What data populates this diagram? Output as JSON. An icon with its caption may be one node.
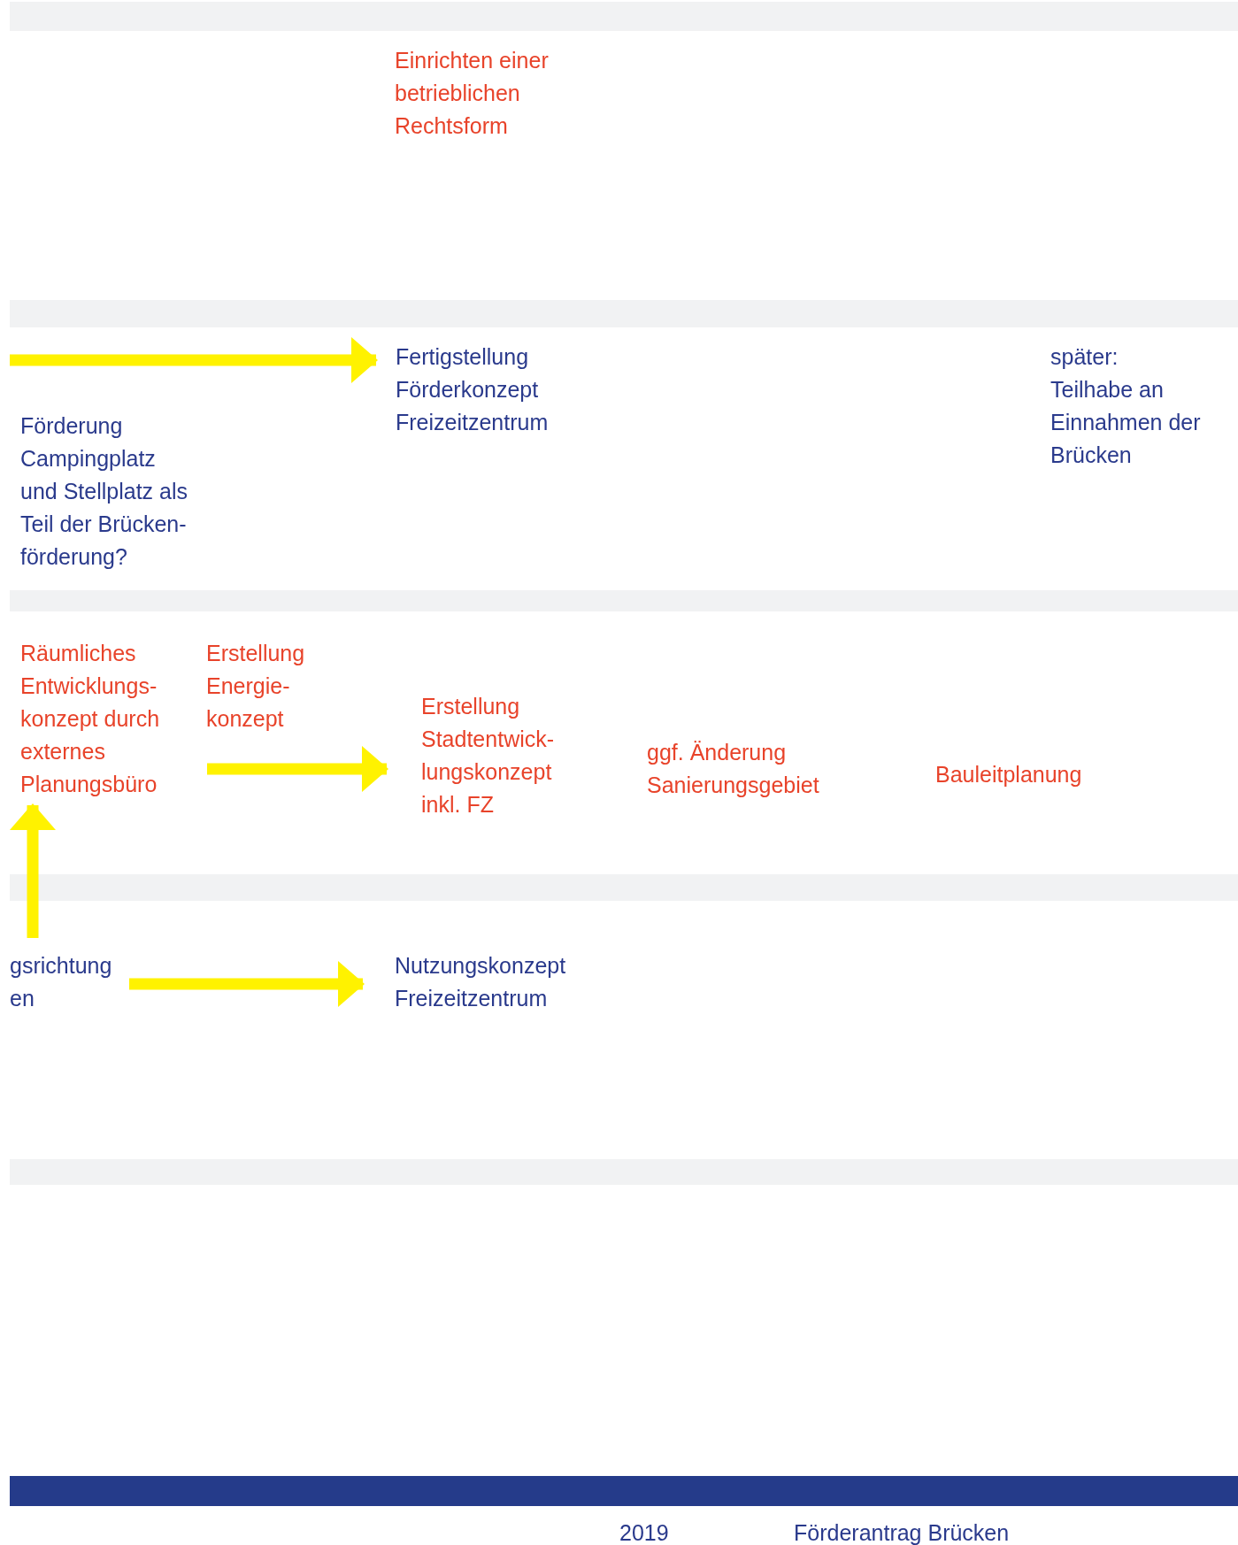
{
  "diagram": {
    "nodes": [
      {
        "text": [
          "Einrichten einer betrieblichen Rechtsform"
        ]
      },
      {
        "text": [
          "Fertigstellung Förderkonzept Freizeitzentrum"
        ]
      },
      {
        "text": [
          "später: Teilhabe an Einnahmen der Brücken"
        ]
      },
      {
        "text": [
          "Förderung Campingplatz und Stellplatz als Teil der Brücken- förderung?"
        ]
      },
      {
        "text": [
          "Räumliches Entwicklungs- konzept durch externes Planungsbüro"
        ]
      },
      {
        "text": [
          "Erstellung Energie- konzept"
        ]
      },
      {
        "text": [
          "Erstellung Stadtentwick- lungskonzept inkl. FZ"
        ]
      },
      {
        "text": [
          "ggf. Änderung Sanierungsgebiet"
        ]
      },
      {
        "text": [
          "Bauleitplanung"
        ]
      },
      {
        "text": [
          "gsrichtung en"
        ]
      },
      {
        "text": [
          "Nutzungskonzept Freizeitzentrum"
        ]
      }
    ],
    "edges": [
      {
        "from": null,
        "to": 1,
        "arrow": "to"
      },
      {
        "from": 5,
        "to": 6,
        "arrow": "to"
      },
      {
        "from": 9,
        "to": 4,
        "arrow": "to"
      },
      {
        "from": 9,
        "to": 10,
        "arrow": "to"
      }
    ],
    "labels": [
      "2019",
      "Förderantrag Brücken"
    ]
  }
}
